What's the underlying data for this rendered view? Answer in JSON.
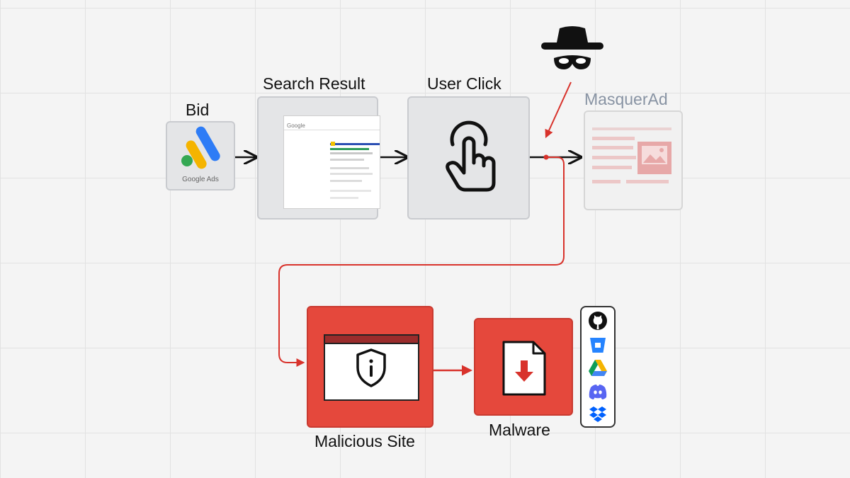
{
  "diagram": {
    "nodes": {
      "bid": {
        "label": "Bid",
        "caption": "Google Ads",
        "icon": "google-ads-logo"
      },
      "search_result": {
        "label": "Search Result",
        "logo_text": "Google"
      },
      "user_click": {
        "label": "User Click",
        "icon": "pointer-hand-icon"
      },
      "masquerad": {
        "label": "MasquerAd"
      },
      "malicious_site": {
        "label": "Malicious Site",
        "icon": "shield-info-icon"
      },
      "malware": {
        "label": "Malware",
        "icon": "file-download-icon"
      }
    },
    "attacker_icon": "hat-and-mask-icon",
    "hosting_icons": [
      "github-icon",
      "bitbucket-icon",
      "google-drive-icon",
      "discord-icon",
      "dropbox-icon"
    ],
    "colors": {
      "accent_red": "#e5483c",
      "arrow_red": "#d8322b",
      "node_gray": "#e4e5e7",
      "faded_text": "#8893a3"
    }
  }
}
